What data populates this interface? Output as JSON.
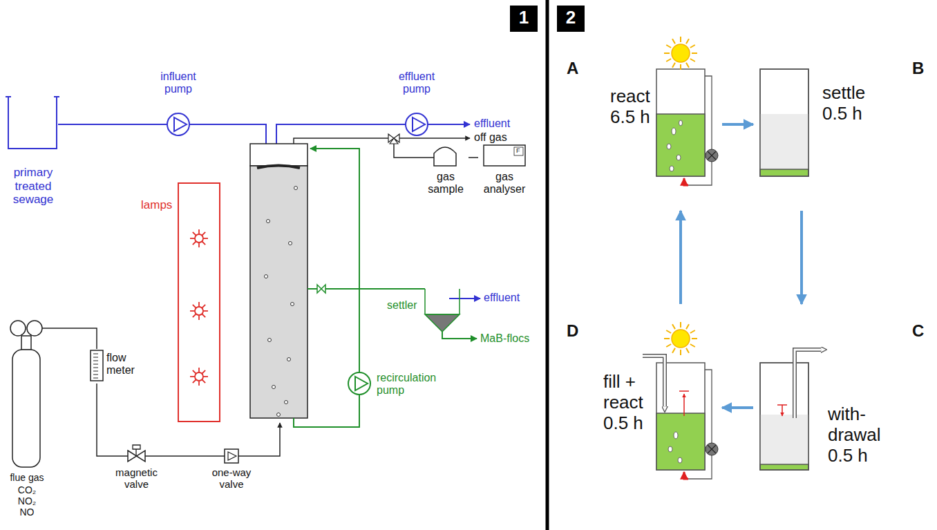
{
  "diagram": {
    "nodes": [
      {
        "text": [
          "1"
        ]
      },
      {
        "text": [
          "2"
        ]
      },
      {
        "text": [
          "primary treated sewage"
        ]
      },
      {
        "text": [
          "influent pump"
        ]
      },
      {
        "text": [
          "effluent pump"
        ]
      },
      {
        "text": [
          "gas sample"
        ]
      },
      {
        "text": [
          "gas analyser"
        ]
      },
      {
        "text": [
          "lamps"
        ]
      },
      {
        "text": [
          "settler"
        ]
      },
      {
        "text": [
          "recirculation pump"
        ]
      },
      {
        "text": [
          "flue gas",
          "CO₂",
          "NO₂",
          "NO"
        ]
      },
      {
        "text": [
          "flow meter"
        ]
      },
      {
        "text": [
          "magnetic valve"
        ]
      },
      {
        "text": [
          "one-way valve"
        ]
      },
      {
        "text": [
          "A",
          "react 6.5 h"
        ]
      },
      {
        "text": [
          "B",
          "settle 0.5 h"
        ]
      },
      {
        "text": [
          "C",
          "with- drawal 0.5 h"
        ]
      },
      {
        "text": [
          "D",
          "fill + react 0.5 h"
        ]
      }
    ],
    "edges": [
      {
        "from": 2,
        "to": 3,
        "arrow": "none"
      },
      {
        "from": 5,
        "to": 6,
        "arrow": "none"
      },
      {
        "from": 10,
        "to": 11,
        "arrow": "none"
      },
      {
        "from": 11,
        "to": 12,
        "arrow": "none"
      },
      {
        "from": 12,
        "to": 13,
        "arrow": "none"
      },
      {
        "from": 14,
        "to": 15,
        "arrow": "to"
      },
      {
        "from": 15,
        "to": 16,
        "arrow": "to"
      },
      {
        "from": 16,
        "to": 17,
        "arrow": "to"
      },
      {
        "from": 17,
        "to": 14,
        "arrow": "to"
      }
    ],
    "labels": [
      "effluent",
      "off gas",
      "F",
      "effluent",
      "MaB-flocs"
    ]
  }
}
